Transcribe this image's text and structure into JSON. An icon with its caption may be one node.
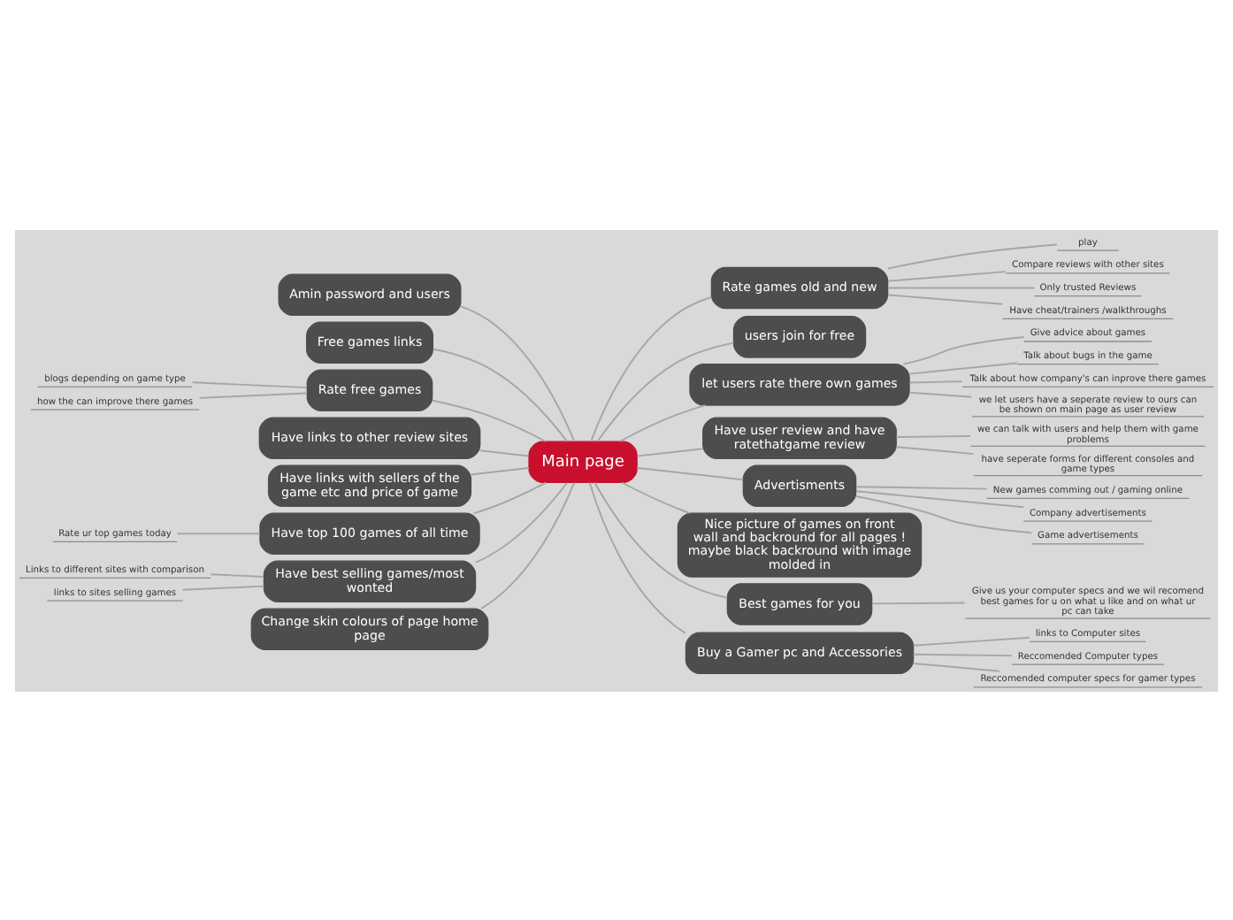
{
  "diagram": {
    "nodes": [
      {
        "text": [
          "Main page"
        ]
      },
      {
        "text": [
          "Amin password and users"
        ]
      },
      {
        "text": [
          "Free games links"
        ]
      },
      {
        "text": [
          "Rate free games"
        ]
      },
      {
        "text": [
          "blogs depending on game type"
        ]
      },
      {
        "text": [
          "how the can improve there games"
        ]
      },
      {
        "text": [
          "Have links to other review sites"
        ]
      },
      {
        "text": [
          "Have links with sellers of the game etc and price of game"
        ]
      },
      {
        "text": [
          "Have top 100 games of all time"
        ]
      },
      {
        "text": [
          "Rate ur top games today"
        ]
      },
      {
        "text": [
          "Have best selling games/most wonted"
        ]
      },
      {
        "text": [
          "Links to different sites with comparison"
        ]
      },
      {
        "text": [
          "links to sites selling games"
        ]
      },
      {
        "text": [
          "Change skin colours of page home page"
        ]
      },
      {
        "text": [
          "Rate games old and new"
        ]
      },
      {
        "text": [
          "play"
        ]
      },
      {
        "text": [
          "Compare reviews with other sites"
        ]
      },
      {
        "text": [
          "Only trusted Reviews"
        ]
      },
      {
        "text": [
          "Have cheat/trainers /walkthroughs"
        ]
      },
      {
        "text": [
          "users join for free"
        ]
      },
      {
        "text": [
          "let users rate there own games"
        ]
      },
      {
        "text": [
          "Give advice about games"
        ]
      },
      {
        "text": [
          "Talk about bugs in the game"
        ]
      },
      {
        "text": [
          "Talk about how company's can inprove there games"
        ]
      },
      {
        "text": [
          "we let users have a seperate review to ours can be shown on main page as user review"
        ]
      },
      {
        "text": [
          "Have user review and have ratethatgame review"
        ]
      },
      {
        "text": [
          "we can talk with users and help them with game problems"
        ]
      },
      {
        "text": [
          "have seperate forms for different consoles and game types"
        ]
      },
      {
        "text": [
          "Advertisments"
        ]
      },
      {
        "text": [
          "New games comming out / gaming online"
        ]
      },
      {
        "text": [
          "Company advertisements"
        ]
      },
      {
        "text": [
          "Game advertisements"
        ]
      },
      {
        "text": [
          "Nice picture of games on front wall and backround for all pages ! maybe black backround with image molded in"
        ]
      },
      {
        "text": [
          "Best games for you"
        ]
      },
      {
        "text": [
          "Give us your computer specs and we wil recomend best games for u on what u like and on what ur pc can take"
        ]
      },
      {
        "text": [
          "Buy a Gamer pc and Accessories"
        ]
      },
      {
        "text": [
          "links to Computer sites"
        ]
      },
      {
        "text": [
          "Reccomended Computer types"
        ]
      },
      {
        "text": [
          "Reccomended computer specs for gamer types"
        ]
      }
    ],
    "edges": [
      {
        "from": 0,
        "to": 1,
        "arrow": "none"
      },
      {
        "from": 0,
        "to": 2,
        "arrow": "none"
      },
      {
        "from": 0,
        "to": 3,
        "arrow": "none"
      },
      {
        "from": 3,
        "to": 4,
        "arrow": "none"
      },
      {
        "from": 3,
        "to": 5,
        "arrow": "none"
      },
      {
        "from": 0,
        "to": 6,
        "arrow": "none"
      },
      {
        "from": 0,
        "to": 7,
        "arrow": "none"
      },
      {
        "from": 0,
        "to": 8,
        "arrow": "none"
      },
      {
        "from": 8,
        "to": 9,
        "arrow": "none"
      },
      {
        "from": 0,
        "to": 10,
        "arrow": "none"
      },
      {
        "from": 10,
        "to": 11,
        "arrow": "none"
      },
      {
        "from": 10,
        "to": 12,
        "arrow": "none"
      },
      {
        "from": 0,
        "to": 13,
        "arrow": "none"
      },
      {
        "from": 0,
        "to": 14,
        "arrow": "none"
      },
      {
        "from": 14,
        "to": 15,
        "arrow": "none"
      },
      {
        "from": 14,
        "to": 16,
        "arrow": "none"
      },
      {
        "from": 14,
        "to": 17,
        "arrow": "none"
      },
      {
        "from": 14,
        "to": 18,
        "arrow": "none"
      },
      {
        "from": 0,
        "to": 19,
        "arrow": "none"
      },
      {
        "from": 0,
        "to": 20,
        "arrow": "none"
      },
      {
        "from": 20,
        "to": 21,
        "arrow": "none"
      },
      {
        "from": 20,
        "to": 22,
        "arrow": "none"
      },
      {
        "from": 20,
        "to": 23,
        "arrow": "none"
      },
      {
        "from": 20,
        "to": 24,
        "arrow": "none"
      },
      {
        "from": 0,
        "to": 25,
        "arrow": "none"
      },
      {
        "from": 25,
        "to": 26,
        "arrow": "none"
      },
      {
        "from": 25,
        "to": 27,
        "arrow": "none"
      },
      {
        "from": 0,
        "to": 28,
        "arrow": "none"
      },
      {
        "from": 28,
        "to": 29,
        "arrow": "none"
      },
      {
        "from": 28,
        "to": 30,
        "arrow": "none"
      },
      {
        "from": 28,
        "to": 31,
        "arrow": "none"
      },
      {
        "from": 0,
        "to": 32,
        "arrow": "none"
      },
      {
        "from": 0,
        "to": 33,
        "arrow": "none"
      },
      {
        "from": 33,
        "to": 34,
        "arrow": "none"
      },
      {
        "from": 0,
        "to": 35,
        "arrow": "none"
      },
      {
        "from": 35,
        "to": 36,
        "arrow": "none"
      },
      {
        "from": 35,
        "to": 37,
        "arrow": "none"
      },
      {
        "from": 35,
        "to": 38,
        "arrow": "none"
      }
    ]
  }
}
